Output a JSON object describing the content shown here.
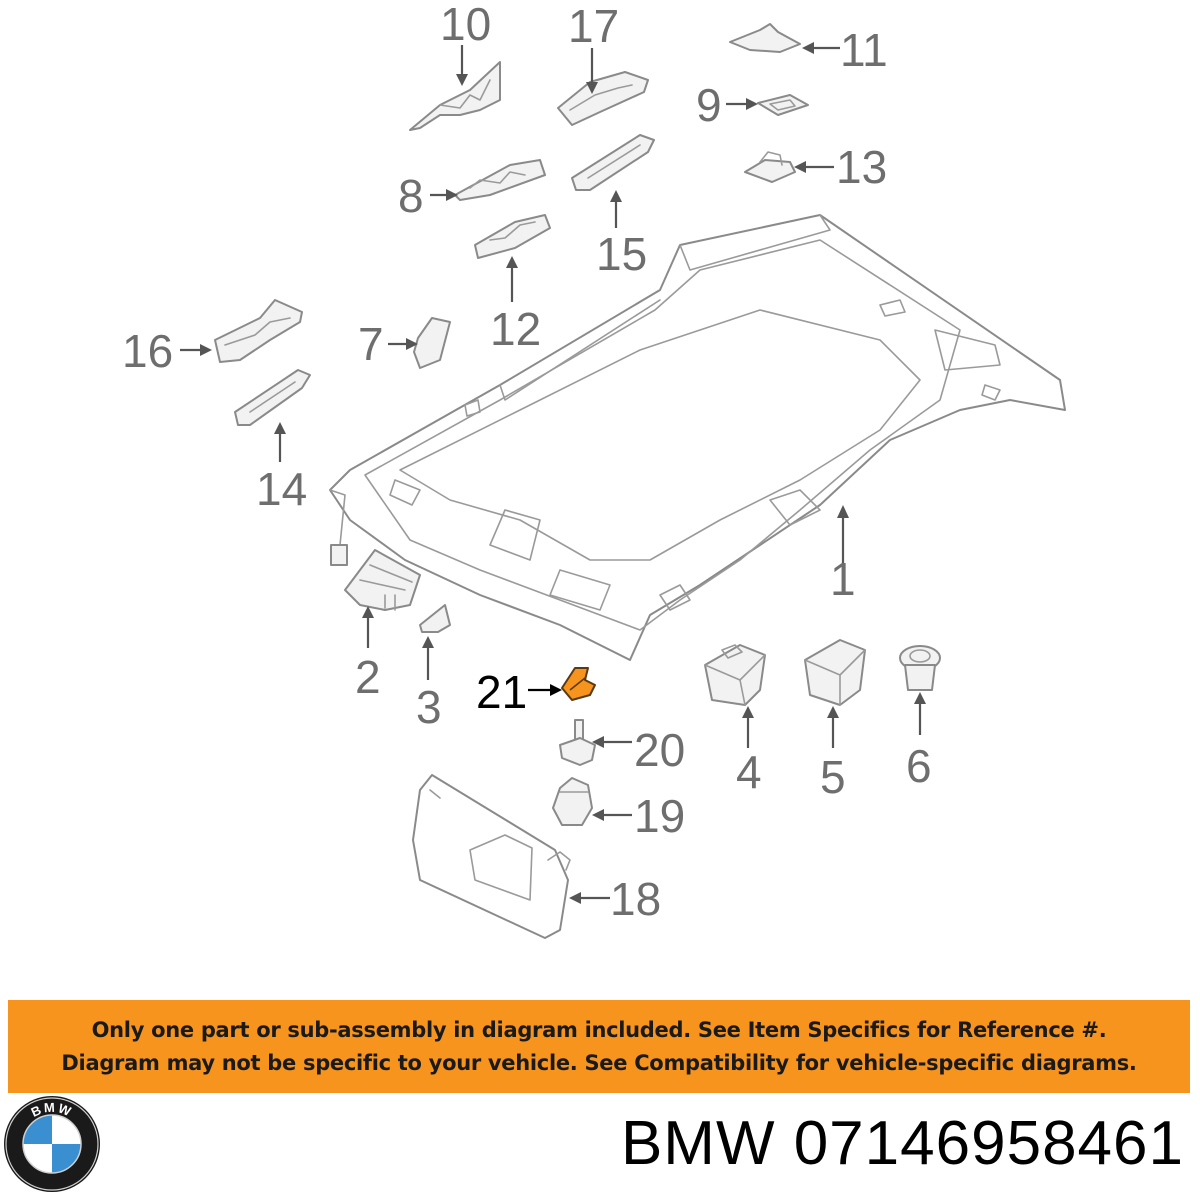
{
  "diagram": {
    "callouts": [
      "1",
      "2",
      "3",
      "4",
      "5",
      "6",
      "7",
      "8",
      "9",
      "10",
      "11",
      "12",
      "13",
      "14",
      "15",
      "16",
      "17",
      "18",
      "19",
      "20",
      "21"
    ],
    "highlight_callout": "21",
    "highlight_color": "#f7941d"
  },
  "banner": {
    "background": "#f7941d",
    "line1": "Only one part or sub-assembly in diagram included. See Item Specifics for Reference #.",
    "line2": "Diagram may not be specific to your vehicle. See Compatibility for vehicle-specific diagrams."
  },
  "logo": {
    "letters": "BMW",
    "colors": {
      "blue": "#3a8fd0",
      "white": "#ffffff",
      "ring": "#1a1a1a"
    }
  },
  "footer": {
    "brand": "BMW",
    "part_number": "07146958461"
  }
}
